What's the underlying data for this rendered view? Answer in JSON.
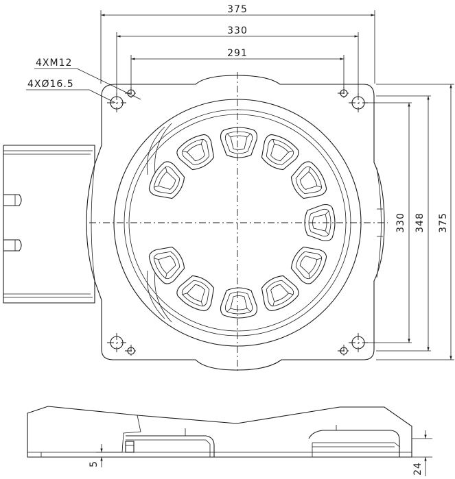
{
  "dimensions": {
    "top_overall_width": "375",
    "top_hole_spacing": "330",
    "top_inner_spacing": "291",
    "right_inner_spacing": "330",
    "right_middle_spacing": "348",
    "right_overall_height": "375",
    "bottom_thickness_small": "5",
    "bottom_thickness_large": "24"
  },
  "callouts": {
    "tapped_holes": "4XM12",
    "through_holes": "4XØ16.5"
  },
  "colors": {
    "line": "#1a1a1a",
    "background": "#ffffff"
  }
}
